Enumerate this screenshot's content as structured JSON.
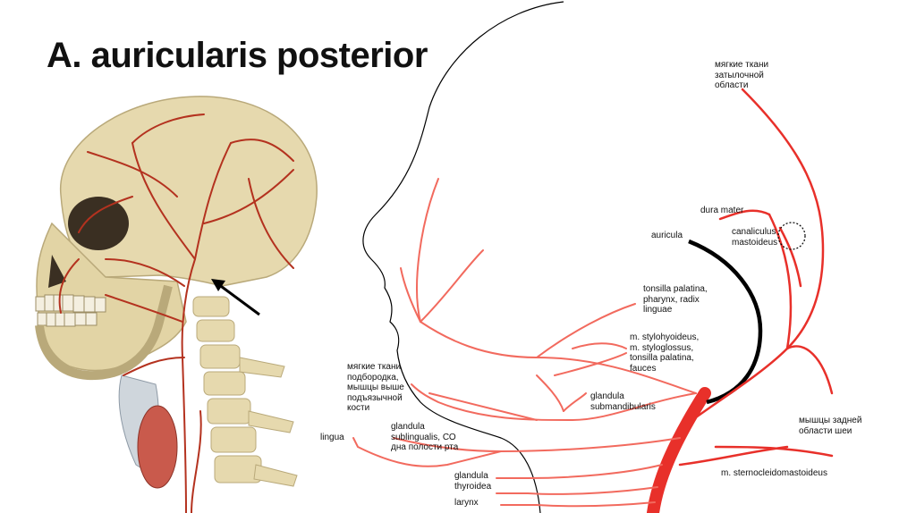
{
  "slide": {
    "title": "A. auricularis posterior"
  },
  "colors": {
    "artery": "#e8302a",
    "artery_branch": "#f26a5e",
    "outline": "#000000",
    "bone": "#e8dcb4",
    "highlight": "#000000"
  },
  "labels": {
    "occipital_soft_tissue": "мягкие ткани\nзатылочной\nобласти",
    "dura_mater": "dura mater",
    "canaliculus": "canaliculus\nmastoideus",
    "auricula": "auricula",
    "tonsilla1": "tonsilla palatina,\npharynx, radix\nlinguae",
    "stylohyoideus": "m. stylohyoideus,\nm. styloglossus,\ntonsilla palatina,\nfauces",
    "chin": "мягкие ткани\nподбородка,\nмышцы выше\nподъязычной\nкости",
    "submandibularis": "glandula\nsubmandibularis",
    "lingua": "lingua",
    "sublingualis": "glandula\nsublingualis, СО\nдна полости рта",
    "thyroidea": "glandula\nthyroidea",
    "larynx": "larynx",
    "neck_back": "мышцы задней\nобласти шеи",
    "scm": "m. sternocleidomastoideus"
  },
  "icons": {
    "pointer": "arrow-icon",
    "mastoid_marker": "dotted-circle-icon"
  }
}
